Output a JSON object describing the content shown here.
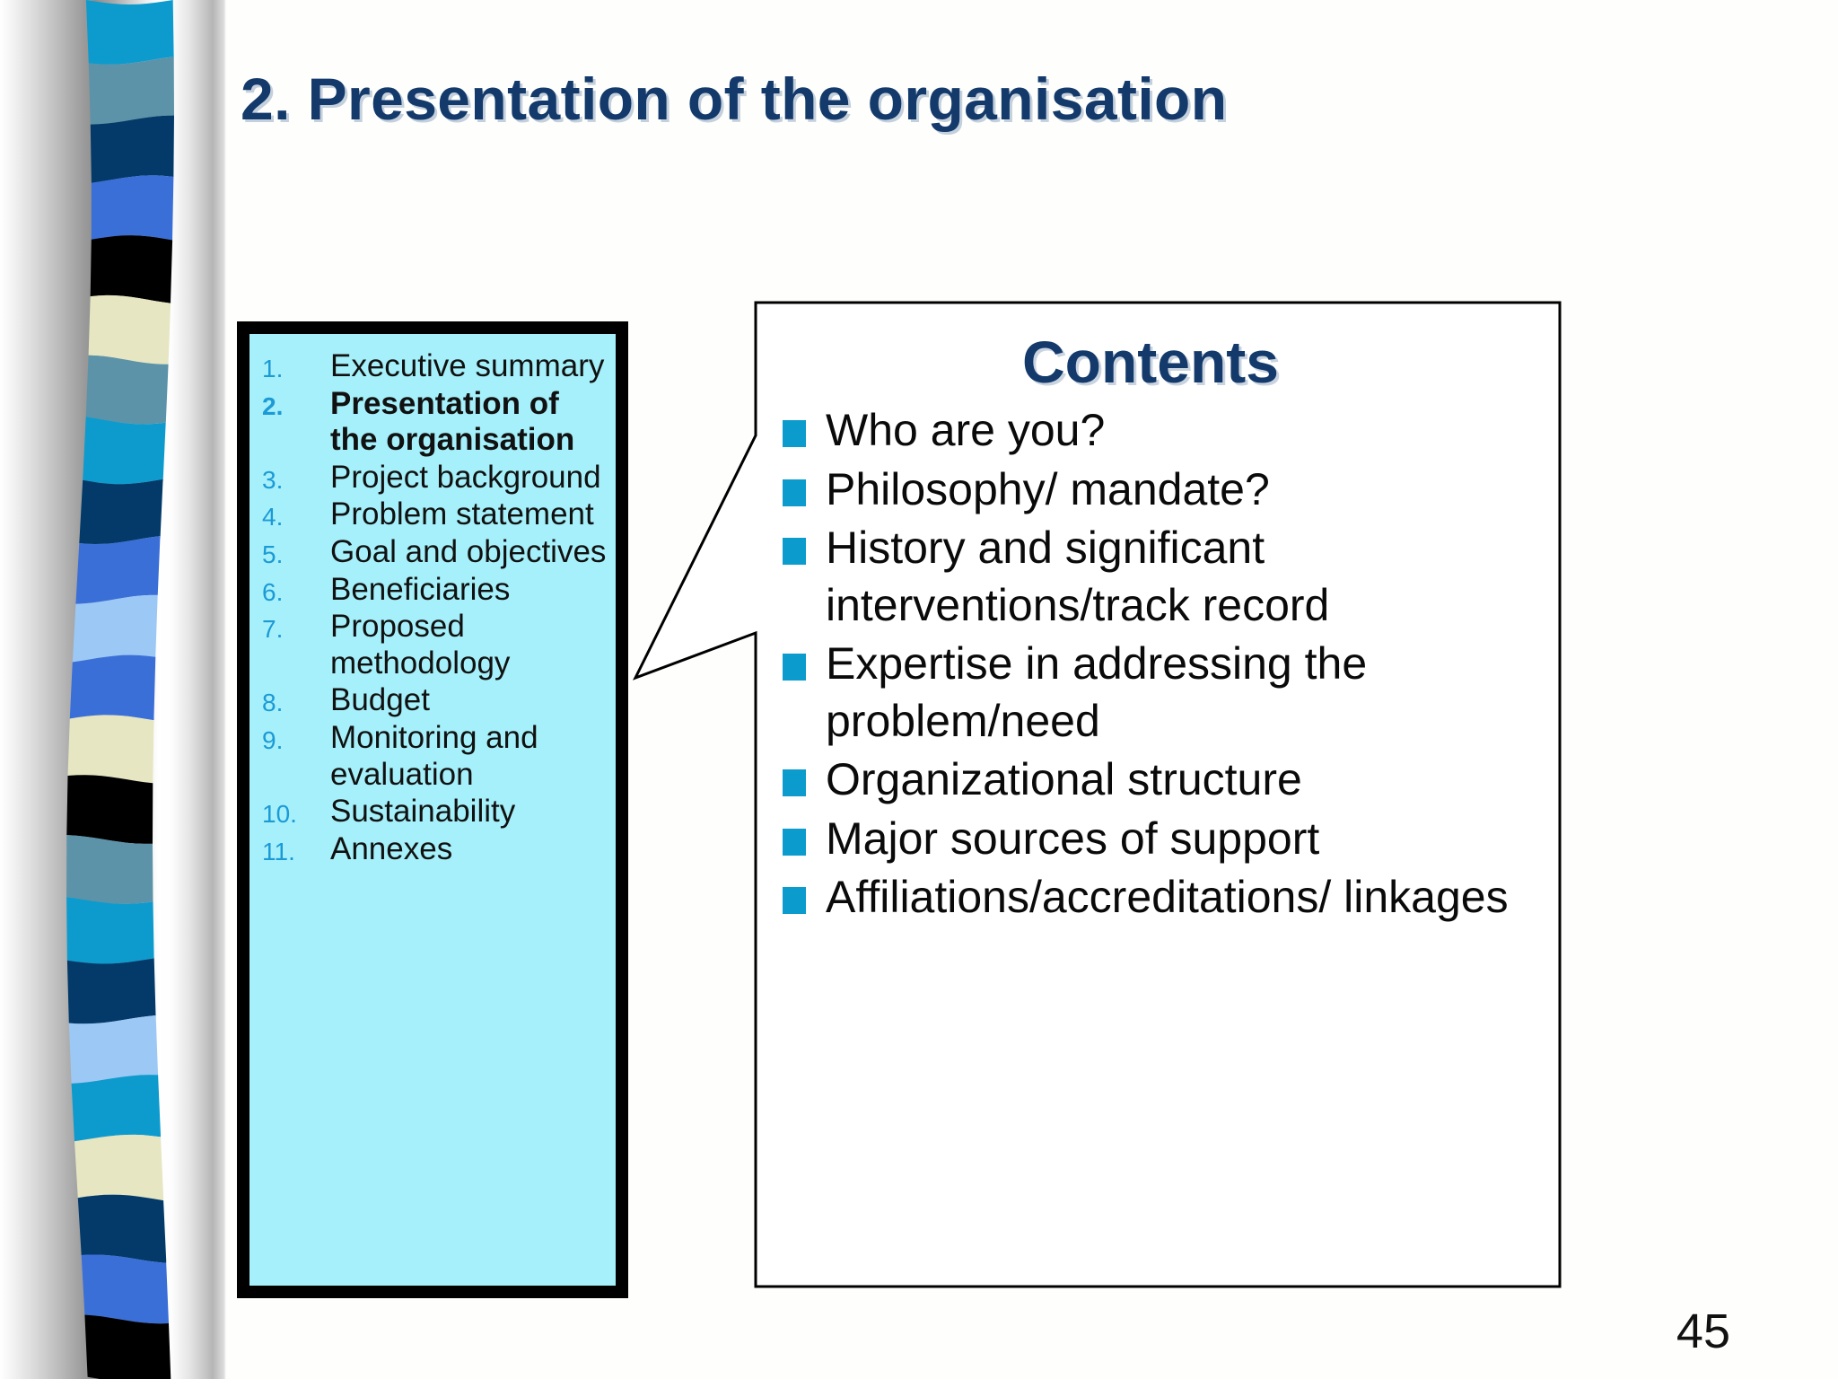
{
  "slide": {
    "title": "2. Presentation of the organisation",
    "page_number": "45",
    "colors": {
      "title_navy": "#133A6B",
      "toc_fill": "#A5F0FA",
      "toc_border": "#000000",
      "toc_number": "#1C9AD6",
      "bullet_square": "#0C9BCD",
      "callout_border": "#000000",
      "background": "#FFFFFF"
    }
  },
  "toc": {
    "items": [
      {
        "num": "1.",
        "label": "Executive summary",
        "active": false
      },
      {
        "num": "2.",
        "label": "Presentation of the organisation",
        "active": true
      },
      {
        "num": "3.",
        "label": "Project background",
        "active": false
      },
      {
        "num": "4.",
        "label": "Problem statement",
        "active": false
      },
      {
        "num": "5.",
        "label": "Goal and objectives",
        "active": false
      },
      {
        "num": "6.",
        "label": "Beneficiaries",
        "active": false
      },
      {
        "num": "7.",
        "label": "Proposed methodology",
        "active": false
      },
      {
        "num": "8.",
        "label": "Budget",
        "active": false
      },
      {
        "num": "9.",
        "label": "Monitoring and evaluation",
        "active": false
      },
      {
        "num": "10.",
        "label": "Sustainability",
        "active": false
      },
      {
        "num": "11.",
        "label": "Annexes",
        "active": false
      }
    ]
  },
  "contents": {
    "heading": "Contents",
    "bullets": [
      "Who are you?",
      "Philosophy/ mandate?",
      "History and significant interventions/track record",
      "Expertise in addressing the problem/need",
      "Organizational structure",
      "Major sources of support",
      "Affiliations/accreditations/ linkages"
    ]
  },
  "decoration": {
    "stripe_colors": [
      "#0D9BCE",
      "#5C93A8",
      "#033A69",
      "#3A6FD8",
      "#000000",
      "#E6E6C3",
      "#5C93A8",
      "#0D9BCE",
      "#033A69",
      "#3A6FD8",
      "#9CC8F5",
      "#3A6FD8",
      "#E6E6C3",
      "#000000",
      "#5C93A8",
      "#0D9BCE",
      "#033A69",
      "#9CC8F5",
      "#0D9BCE",
      "#E6E6C3",
      "#033A69",
      "#3A6FD8",
      "#000000"
    ]
  }
}
